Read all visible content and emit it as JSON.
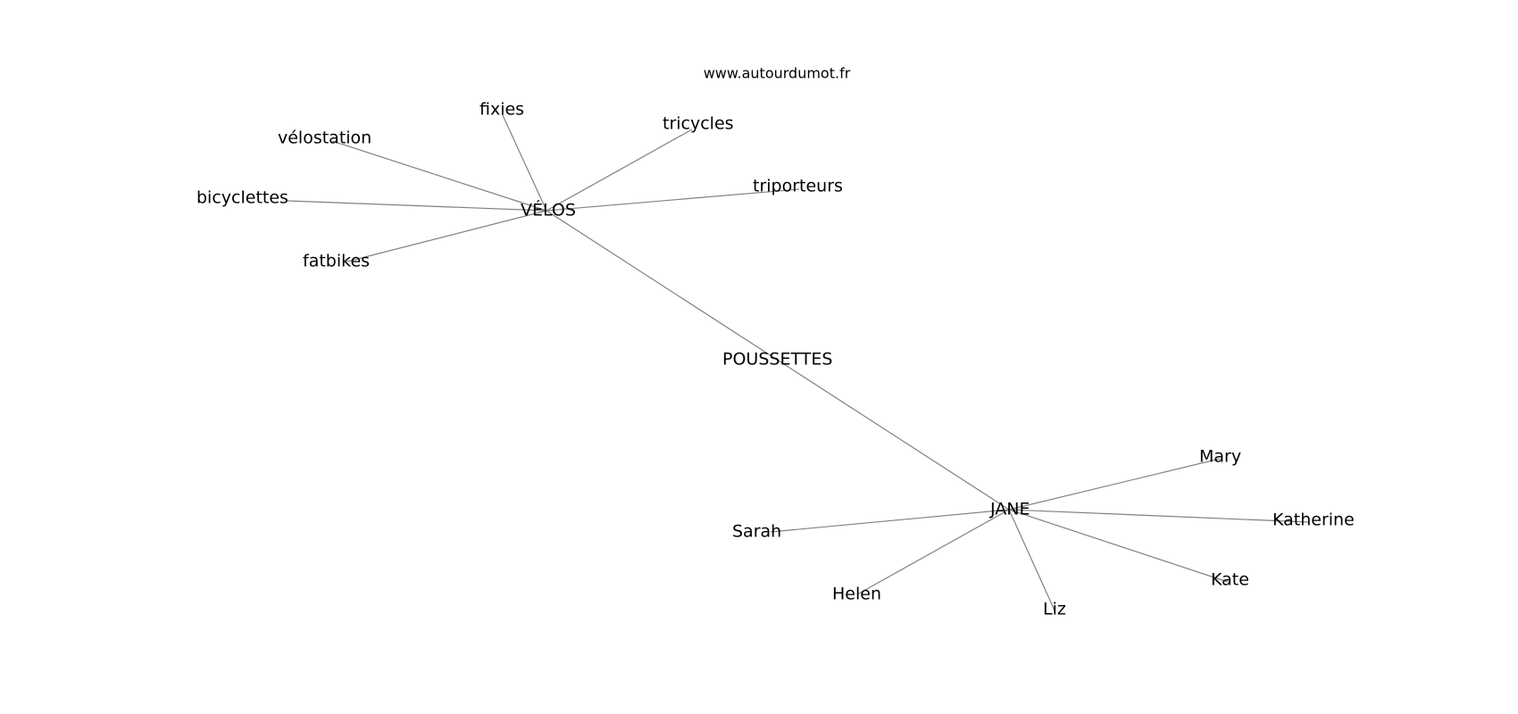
{
  "watermark": "www.autourdumot.fr",
  "nodes": {
    "velos": "VÉLOS",
    "poussettes": "POUSSETTES",
    "jane": "JANE",
    "fixies": "fixies",
    "velostation": "vélostation",
    "tricycles": "tricycles",
    "triporteurs": "triporteurs",
    "bicyclettes": "bicyclettes",
    "fatbikes": "fatbikes",
    "mary": "Mary",
    "sarah": "Sarah",
    "katherine": "Katherine",
    "helen": "Helen",
    "kate": "Kate",
    "liz": "Liz"
  },
  "edges": [
    [
      "velos",
      "fixies"
    ],
    [
      "velos",
      "velostation"
    ],
    [
      "velos",
      "tricycles"
    ],
    [
      "velos",
      "triporteurs"
    ],
    [
      "velos",
      "bicyclettes"
    ],
    [
      "velos",
      "fatbikes"
    ],
    [
      "velos",
      "jane"
    ],
    [
      "jane",
      "mary"
    ],
    [
      "jane",
      "sarah"
    ],
    [
      "jane",
      "katherine"
    ],
    [
      "jane",
      "helen"
    ],
    [
      "jane",
      "kate"
    ],
    [
      "jane",
      "liz"
    ]
  ]
}
